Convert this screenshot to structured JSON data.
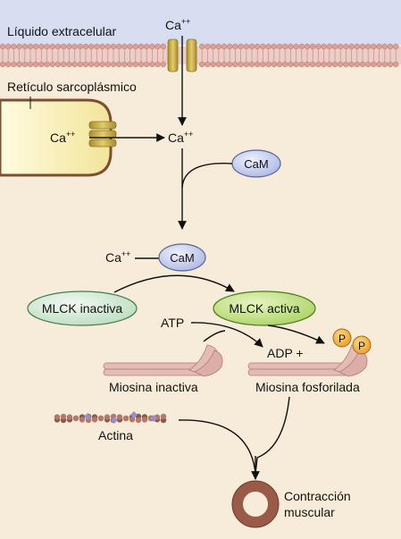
{
  "labels": {
    "extracellular": "Líquido extracelular",
    "sarcoplasmic_reticulum": "Retículo sarcoplásmico",
    "ca_top": "Ca",
    "ca_top_sup": "++",
    "ca_sr": "Ca",
    "ca_sr_sup": "++",
    "ca_cyto": "Ca",
    "ca_cyto_sup": "++",
    "cam_free": "CaM",
    "ca_complex": "Ca",
    "ca_complex_sup": "++",
    "cam_complex": "CaM",
    "mlck_inactive": "MLCK inactiva",
    "mlck_active": "MLCK activa",
    "atp": "ATP",
    "adp": "ADP +",
    "phosphate_1": "P",
    "phosphate_2": "P",
    "myosin_inactive": "Miosina inactiva",
    "myosin_phosphorylated": "Miosina fosforilada",
    "actin": "Actina",
    "contraction_line1": "Contracción",
    "contraction_line2": "muscular"
  },
  "colors": {
    "background": "#f7ecd9",
    "extracellular": "#d8def2",
    "membrane_head": "#d9a09a",
    "membrane_tail": "#c98a84",
    "reticulum_fill": "#fbf3bf",
    "reticulum_border": "#7a5030",
    "channel": "#cbb35a",
    "channel_stripe": "#9c8530",
    "cam": "#c9d0f0",
    "mlck_inactive": "#d6ecd7",
    "mlck_active": "#cde79a",
    "phosphate": "#f1b74c",
    "myosin": "#e0b8b3",
    "actin": "#a06a5e",
    "contraction_ring": "#9a5a48"
  }
}
